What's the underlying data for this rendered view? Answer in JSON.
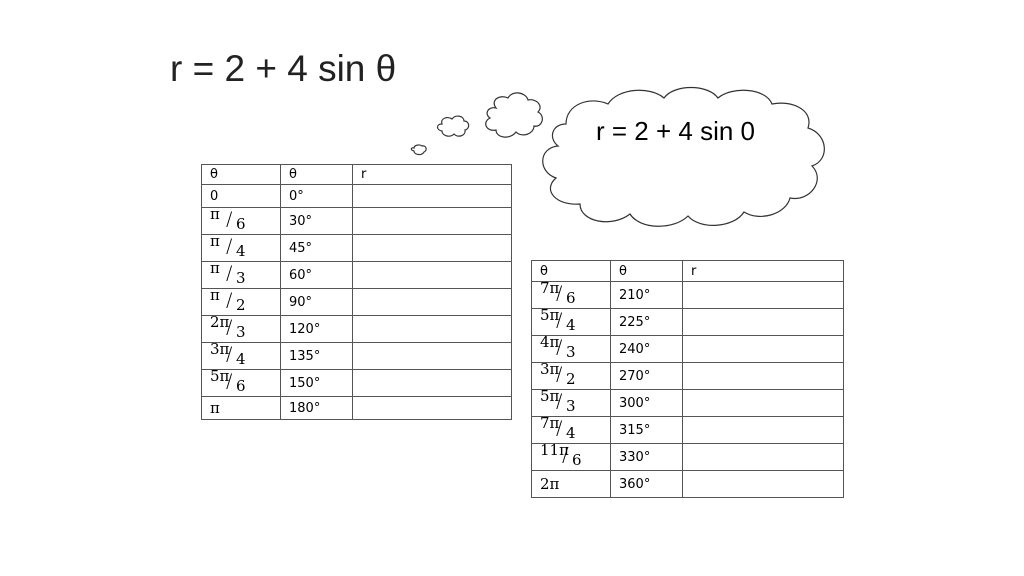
{
  "title": "r = 2 + 4 sin θ",
  "thought_bubble": {
    "text": "r = 2 + 4 sin 0"
  },
  "table1": {
    "headers": [
      "θ",
      "θ",
      "r"
    ],
    "rows": [
      {
        "rad": "0",
        "deg": "0°",
        "r": ""
      },
      {
        "rad_num": "π",
        "rad_den": "6",
        "deg": "30°",
        "r": ""
      },
      {
        "rad_num": "π",
        "rad_den": "4",
        "deg": "45°",
        "r": ""
      },
      {
        "rad_num": "π",
        "rad_den": "3",
        "deg": "60°",
        "r": ""
      },
      {
        "rad_num": "π",
        "rad_den": "2",
        "deg": "90°",
        "r": ""
      },
      {
        "rad_num": "2π",
        "rad_den": "3",
        "deg": "120°",
        "r": ""
      },
      {
        "rad_num": "3π",
        "rad_den": "4",
        "deg": "135°",
        "r": ""
      },
      {
        "rad_num": "5π",
        "rad_den": "6",
        "deg": "150°",
        "r": ""
      },
      {
        "rad": "π",
        "deg": "180°",
        "r": ""
      }
    ]
  },
  "table2": {
    "headers": [
      "θ",
      "θ",
      "r"
    ],
    "rows": [
      {
        "rad_num": "7π",
        "rad_den": "6",
        "deg": "210°",
        "r": ""
      },
      {
        "rad_num": "5π",
        "rad_den": "4",
        "deg": "225°",
        "r": ""
      },
      {
        "rad_num": "4π",
        "rad_den": "3",
        "deg": "240°",
        "r": ""
      },
      {
        "rad_num": "3π",
        "rad_den": "2",
        "deg": "270°",
        "r": ""
      },
      {
        "rad_num": "5π",
        "rad_den": "3",
        "deg": "300°",
        "r": ""
      },
      {
        "rad_num": "7π",
        "rad_den": "4",
        "deg": "315°",
        "r": ""
      },
      {
        "rad_num": "11π",
        "rad_den": "6",
        "deg": "330°",
        "r": ""
      },
      {
        "rad": "2π",
        "deg": "360°",
        "r": ""
      }
    ]
  }
}
